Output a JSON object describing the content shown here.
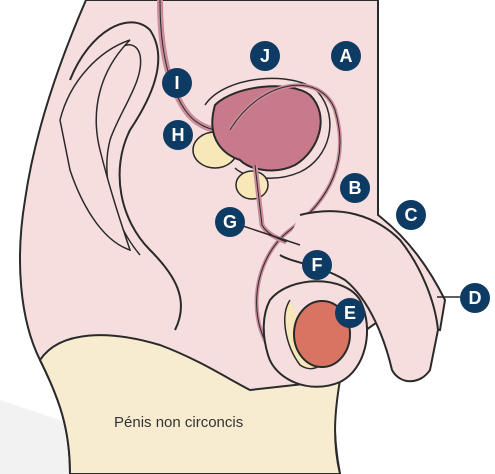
{
  "diagram": {
    "caption": "Pénis non circoncis",
    "labels": [
      "A",
      "B",
      "C",
      "D",
      "E",
      "F",
      "G",
      "H",
      "I",
      "J"
    ]
  },
  "colors": {
    "skin": "#f6dede",
    "outline": "#2a2a2a",
    "bladder": "#c97a8a",
    "tubes": "#c98c9a",
    "testis": "#d97463",
    "gland": "#f8e7b8",
    "badge": "#0d3b63",
    "background_band": "#f2f2f2"
  }
}
